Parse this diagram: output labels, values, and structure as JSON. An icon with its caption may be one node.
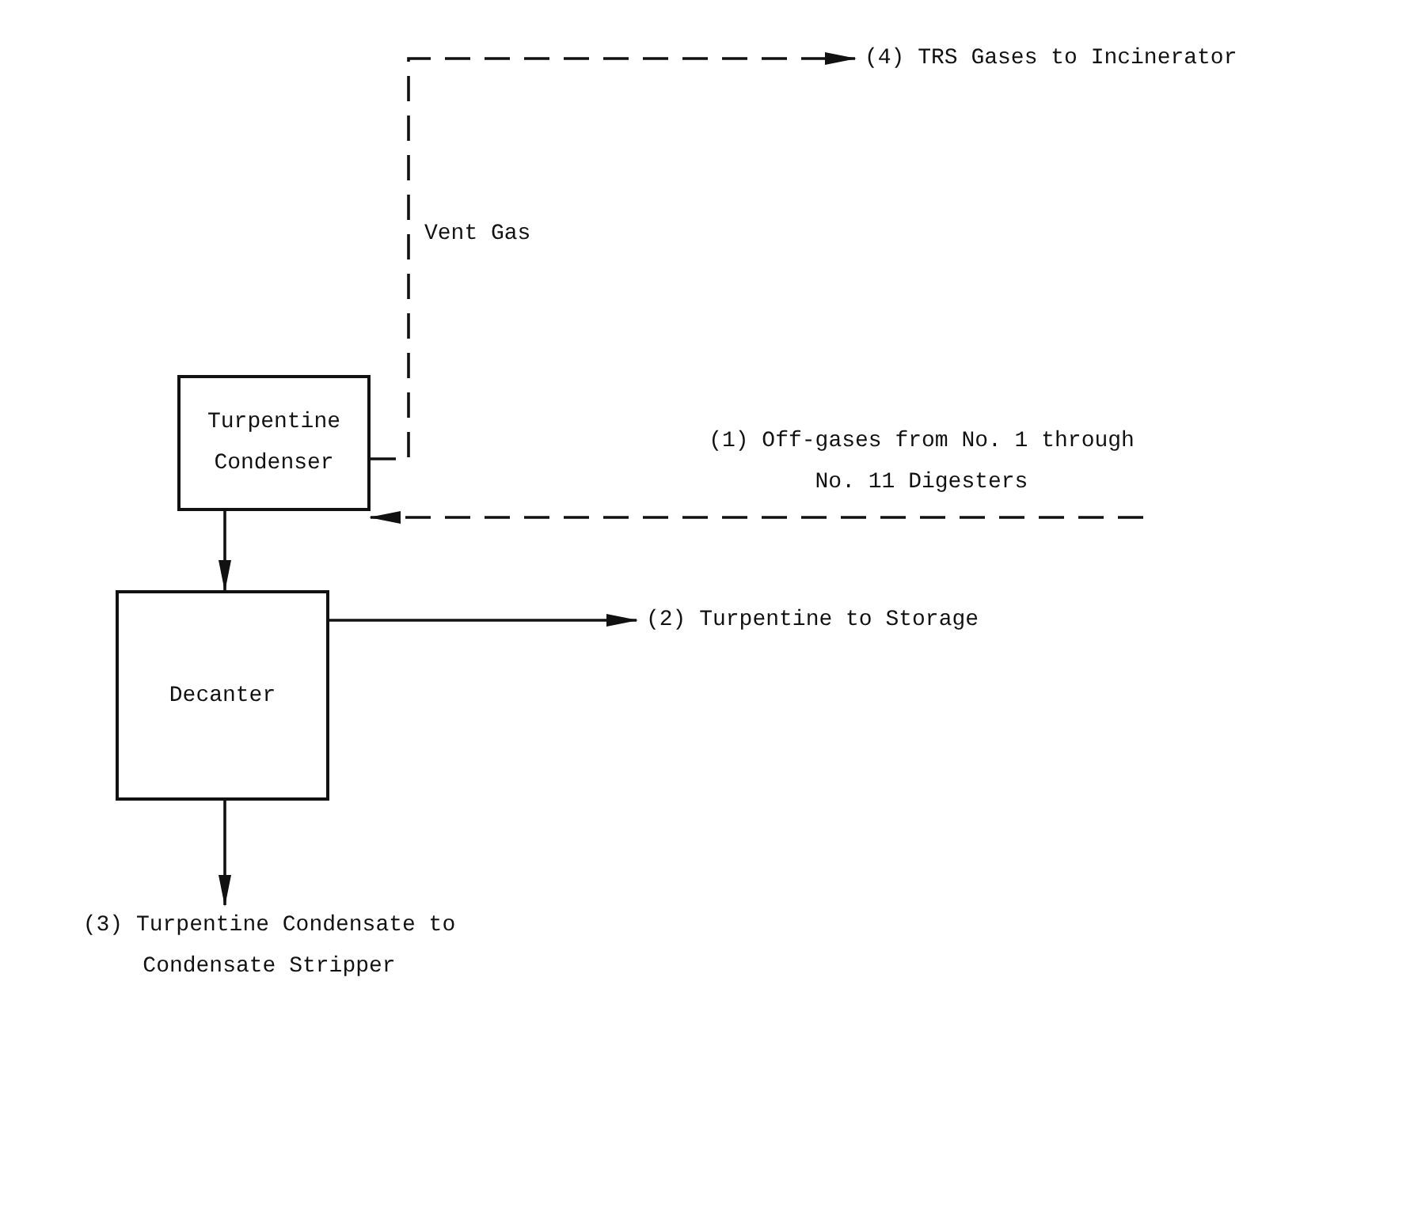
{
  "diagram": {
    "nodes": [
      {
        "text": [
          "Turpentine Condenser"
        ]
      },
      {
        "text": [
          "Decanter"
        ]
      },
      {
        "text": [
          "(4) TRS Gases to Incinerator"
        ]
      },
      {
        "text": [
          "(1) Off-gases from No. 1 through No. 11 Digesters"
        ]
      },
      {
        "text": [
          "(2) Turpentine to Storage"
        ]
      },
      {
        "text": [
          "(3) Turpentine Condensate to Condensate Stripper"
        ]
      }
    ],
    "edges": [
      {
        "from": 0,
        "to": 2,
        "arrow": "to",
        "style": "dashed",
        "label": "Vent Gas"
      },
      {
        "from": 3,
        "to": 0,
        "arrow": "to",
        "style": "dashed"
      },
      {
        "from": 0,
        "to": 1,
        "arrow": "to"
      },
      {
        "from": 1,
        "to": 4,
        "arrow": "to"
      },
      {
        "from": 1,
        "to": 5,
        "arrow": "to"
      }
    ]
  }
}
